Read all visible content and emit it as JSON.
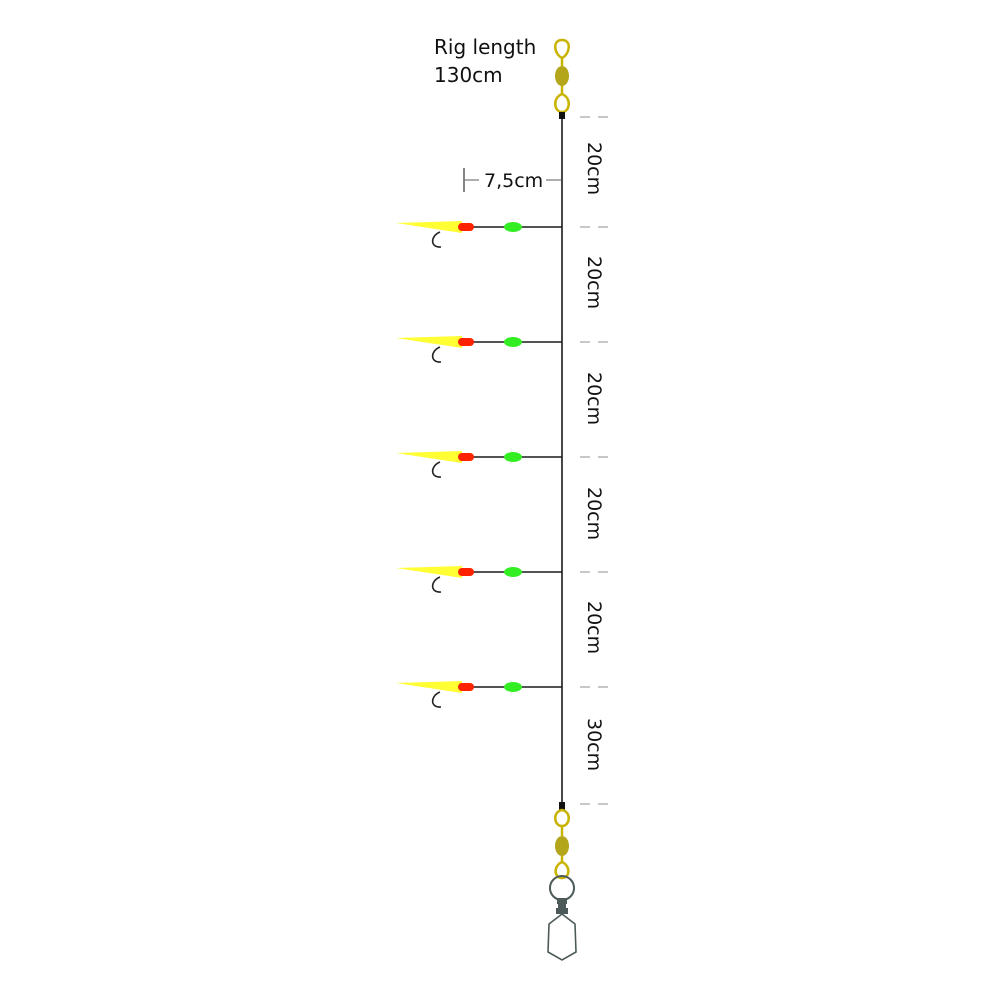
{
  "rig": {
    "title_line1": "Rig length",
    "title_line2": "130cm"
  },
  "dropper": {
    "label": "7,5cm",
    "count": 5
  },
  "segments": [
    "20cm",
    "20cm",
    "20cm",
    "20cm",
    "20cm",
    "30cm"
  ],
  "colors": {
    "line": "#1a1a1a",
    "swivel": "#c8b400",
    "swivel_body": "#b3a61a",
    "lure": "#ffff33",
    "bead_red": "#ff2200",
    "bead_green": "#33ee22",
    "hook": "#222222",
    "tick": "#aaaaaa",
    "snap": "#4d5a5a"
  },
  "icons": [
    "swivel-icon",
    "hook-icon",
    "lure-icon",
    "bead-icon",
    "snap-icon",
    "sinker-clip-icon"
  ]
}
